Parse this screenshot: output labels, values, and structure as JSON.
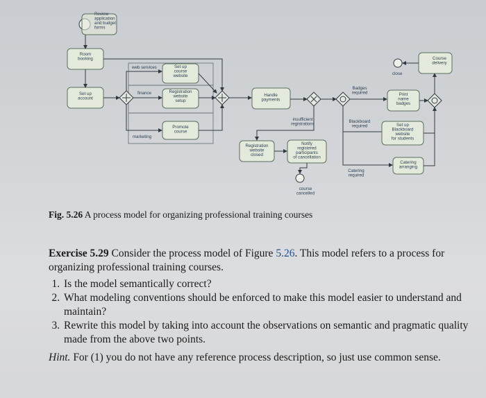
{
  "figure": {
    "labels": {
      "review": [
        "Review",
        "application",
        "and budget",
        "forms"
      ],
      "room_booking": [
        "Room",
        "booking"
      ],
      "setup_account": [
        "Set up",
        "account"
      ],
      "web_services": "web services",
      "finance": "finance",
      "marketing": "marketing",
      "setup_course_website": [
        "Set up",
        "course",
        "website"
      ],
      "registration_setup": [
        "Registration",
        "website",
        "setup"
      ],
      "promote_course": [
        "Promote",
        "course"
      ],
      "handle_payments": [
        "Handle",
        "payments"
      ],
      "insufficient": [
        "insufficient",
        "registrations"
      ],
      "registration_closed": [
        "Registration",
        "website",
        "closed"
      ],
      "notify": [
        "Notify",
        "registered",
        "participants",
        "of cancellation"
      ],
      "course_cancelled": [
        "course",
        "cancelled"
      ],
      "badges_required": [
        "Badges",
        "required"
      ],
      "blackboard_required": [
        "Blackboard",
        "required"
      ],
      "catering_required": [
        "Catering",
        "required"
      ],
      "print_badges": [
        "Print",
        "name",
        "badges"
      ],
      "setup_blackboard": [
        "Set up",
        "Blackboard",
        "website",
        "for students"
      ],
      "catering_arranging": [
        "Catering",
        "arranging"
      ],
      "close": "close",
      "course_delivery": [
        "Course",
        "delivery"
      ]
    }
  },
  "caption": {
    "label": "Fig. 5.26",
    "text": "A process model for organizing professional training courses"
  },
  "exercise": {
    "label": "Exercise 5.29",
    "intro_before": "Consider the process model of Figure",
    "figure_ref": "5.26",
    "intro_after": ". This model refers to a process for organizing professional training courses.",
    "questions": [
      "Is the model semantically correct?",
      "What modeling conventions should be enforced to make this model easier to understand and maintain?",
      "Rewrite this model by taking into account the observations on semantic and pragmatic quality made from the above two points."
    ],
    "hint_label": "Hint.",
    "hint_text": "For (1) you do not have any reference process description, so just use common sense."
  }
}
